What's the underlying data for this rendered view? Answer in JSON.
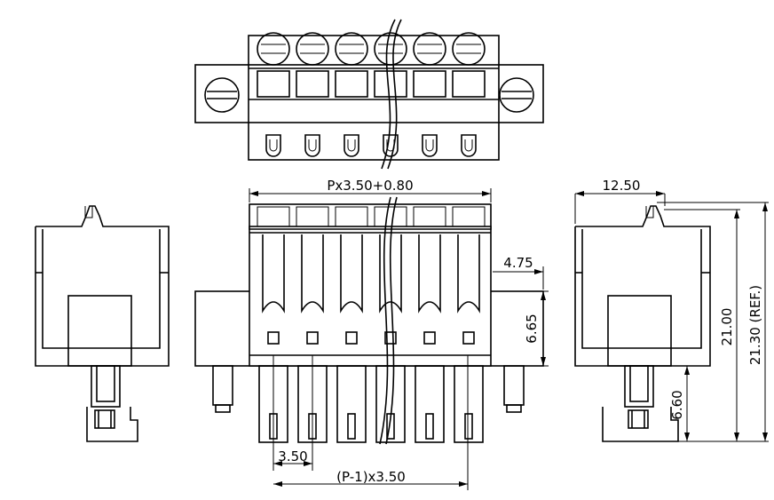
{
  "drawing": {
    "pin_count": 6,
    "dimensions": {
      "overall_width": "Px3.50+0.80",
      "pitch": "3.50",
      "pitch_span": "(P-1)x3.50",
      "flange_offset": "4.75",
      "flange_height": "6.65",
      "side_depth": "12.50",
      "height": "21.00",
      "height_ref": "21.30 (REF.)",
      "pin_length": "6.60"
    }
  }
}
